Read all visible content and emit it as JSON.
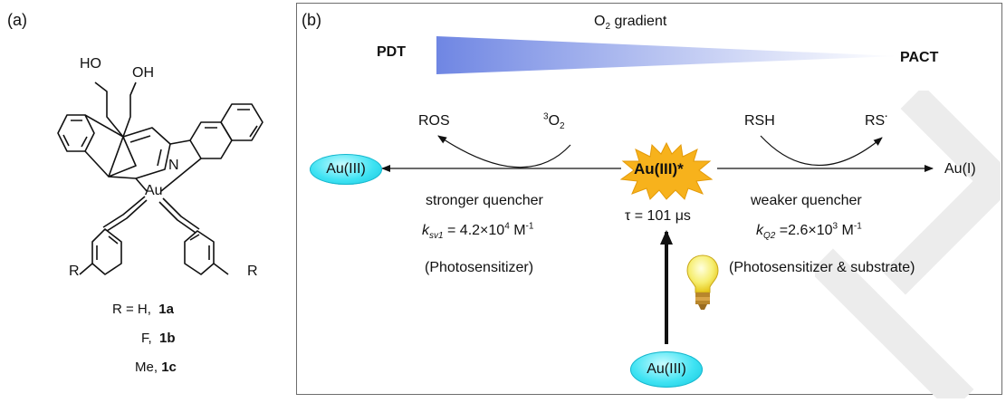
{
  "panel_a": {
    "label": "(a)",
    "atoms": {
      "oh1": "HO",
      "oh2": "OH",
      "n": "N",
      "au": "Au",
      "r_left": "R",
      "r_right": "R"
    },
    "legend": [
      {
        "sub": "R = H,",
        "id": "1a"
      },
      {
        "sub": "F,",
        "id": "1b"
      },
      {
        "sub": "Me,",
        "id": "1c"
      }
    ]
  },
  "panel_b": {
    "label": "(b)",
    "gradient_title": "O",
    "gradient_title_sub": "2",
    "gradient_title_rest": " gradient",
    "left_term": "PDT",
    "right_term": "PACT",
    "center_species": "Au(III)*",
    "left_product": "Au(III)",
    "right_product": "Au(I)",
    "bottom_species": "Au(III)",
    "ros": "ROS",
    "o2_sup": "3",
    "o2": "O",
    "o2_sub": "2",
    "rsh": "RSH",
    "rs": "RS",
    "rs_dot": "·",
    "left_desc": "stronger quencher",
    "left_k_sym": "k",
    "left_k_sub": "sv1",
    "left_k_val": " = 4.2×10",
    "left_k_exp": "4",
    "left_k_unit": " M",
    "left_k_unit_exp": "-1",
    "left_role": "(Photosensitizer)",
    "right_desc": "weaker quencher",
    "right_k_sym": "k",
    "right_k_sub": "Q2",
    "right_k_val": " =2.6×10",
    "right_k_exp": "3",
    "right_k_unit": " M",
    "right_k_unit_exp": "-1",
    "right_role": "(Photosensitizer & substrate)",
    "tau": "τ = 101 μs",
    "colors": {
      "gradient": "#6f86e3",
      "burst": "#f7b21c",
      "oval": "#3fe3f3"
    }
  }
}
